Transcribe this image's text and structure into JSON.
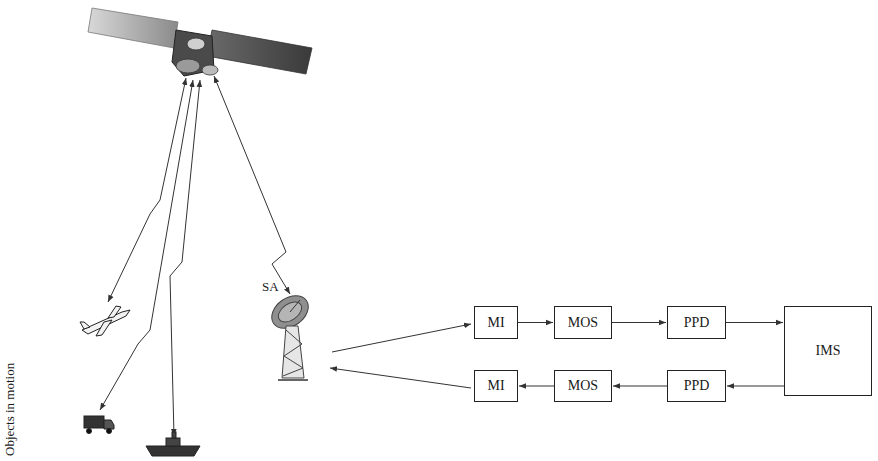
{
  "diagram": {
    "nodes": [
      {
        "text": [
          "MI"
        ]
      },
      {
        "text": [
          "MOS"
        ]
      },
      {
        "text": [
          "PPD"
        ]
      },
      {
        "text": [
          "IMS"
        ]
      },
      {
        "text": [
          "MI"
        ]
      },
      {
        "text": [
          "MOS"
        ]
      },
      {
        "text": [
          "PPD"
        ]
      }
    ],
    "edges": [
      {
        "from": 0,
        "to": 1,
        "arrow": "to"
      },
      {
        "from": 1,
        "to": 2,
        "arrow": "to"
      },
      {
        "from": 2,
        "to": 3,
        "arrow": "to"
      },
      {
        "from": 3,
        "to": 6,
        "arrow": "to"
      },
      {
        "from": 6,
        "to": 5,
        "arrow": "to"
      },
      {
        "from": 5,
        "to": 4,
        "arrow": "to"
      }
    ],
    "labels": [
      "SA",
      "Objects in motion"
    ]
  }
}
